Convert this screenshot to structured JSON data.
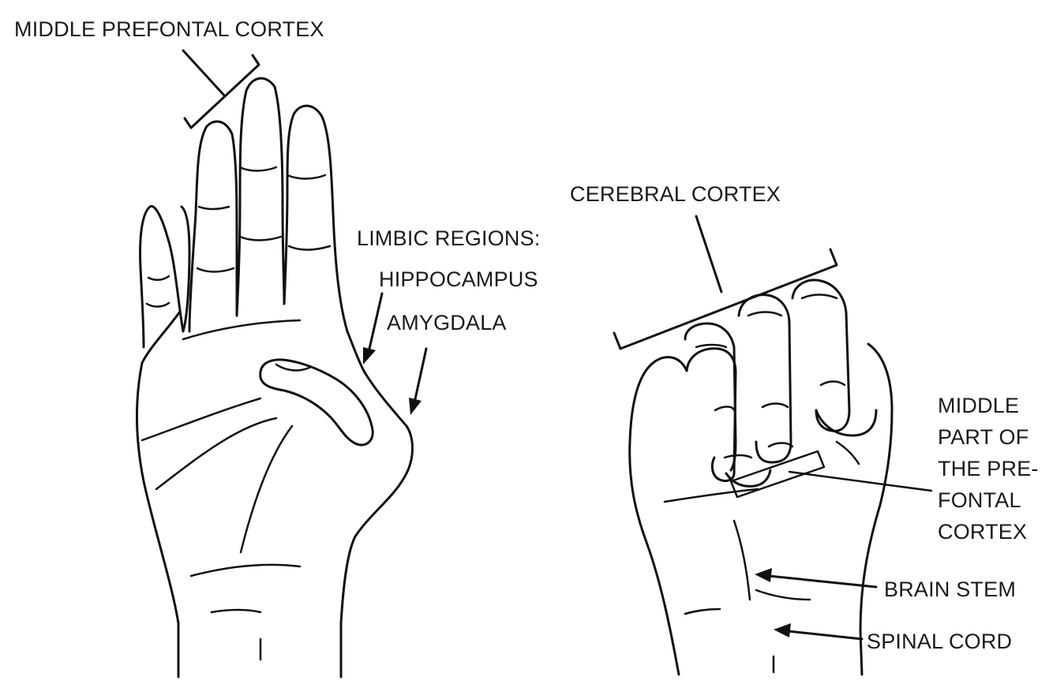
{
  "labels": {
    "mpc_top": "MIDDLE PREFONTAL CORTEX",
    "cerebral_cortex": "CEREBRAL CORTEX",
    "limbic_regions": "LIMBIC REGIONS:",
    "hippocampus": "HIPPOCAMPUS",
    "amygdala": "AMYGDALA",
    "middle_part_lines": [
      "MIDDLE",
      "PART OF",
      "THE PRE-",
      "FONTAL",
      "CORTEX"
    ],
    "brain_stem": "BRAIN STEM",
    "spinal_cord": "SPINAL CORD"
  },
  "colors": {
    "ink": "#111111",
    "background": "#ffffff"
  }
}
